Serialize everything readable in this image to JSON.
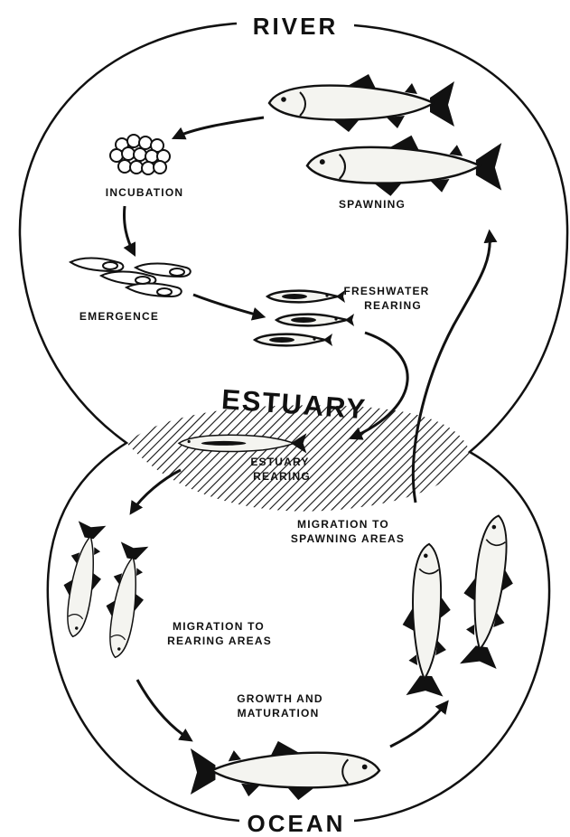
{
  "diagram": {
    "zones": {
      "river": "RIVER",
      "estuary": "ESTUARY",
      "ocean": "OCEAN"
    },
    "stages": {
      "incubation": "INCUBATION",
      "spawning": "SPAWNING",
      "emergence": "EMERGENCE",
      "freshwater_rearing": [
        "FRESHWATER",
        "REARING"
      ],
      "estuary_rearing": [
        "ESTUARY",
        "REARING"
      ],
      "migration_to_spawning": [
        "MIGRATION TO",
        "SPAWNING AREAS"
      ],
      "migration_to_rearing": [
        "MIGRATION TO",
        "REARING AREAS"
      ],
      "growth_maturation": [
        "GROWTH AND",
        "MATURATION"
      ]
    },
    "colors": {
      "ink": "#111111",
      "paper": "#ffffff"
    }
  }
}
